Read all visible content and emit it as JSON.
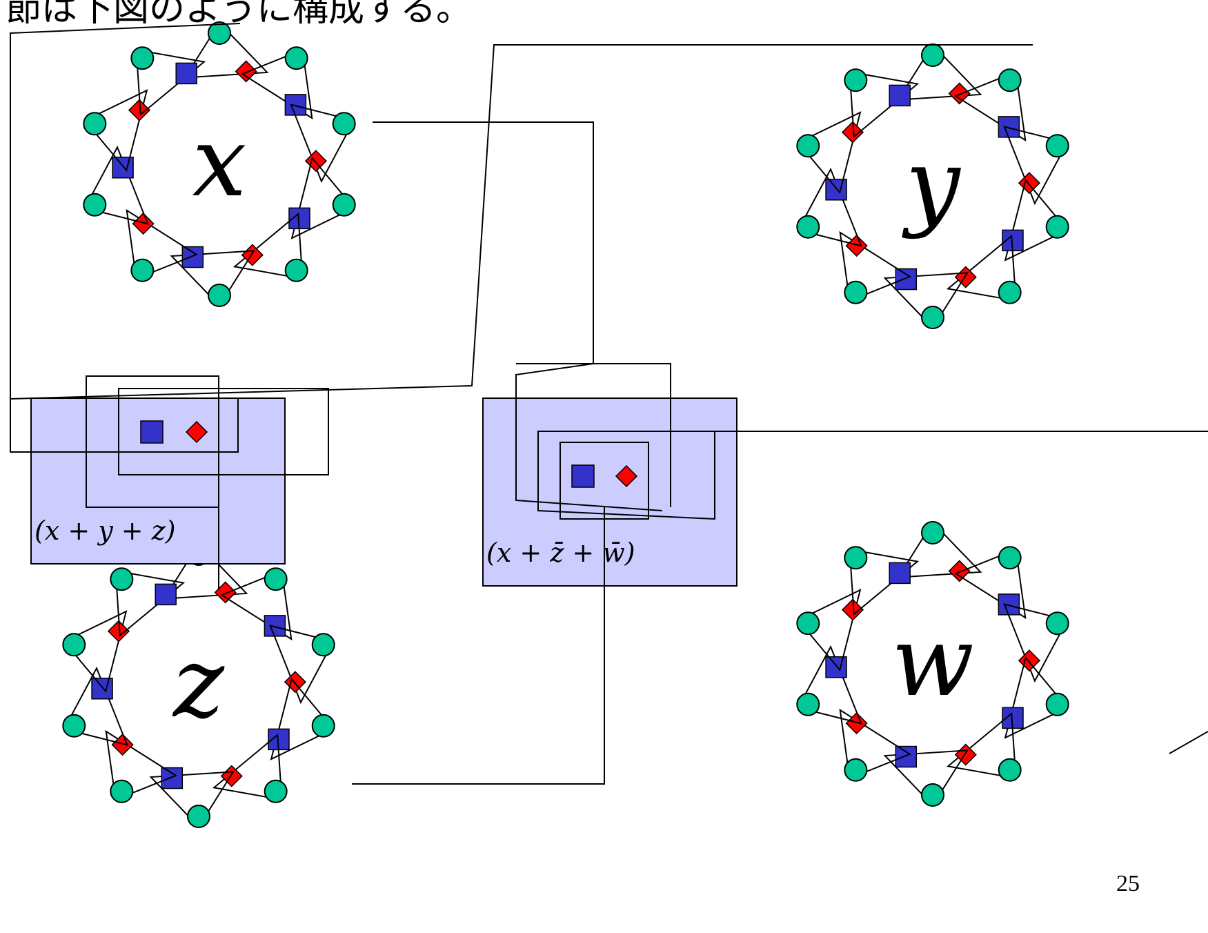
{
  "slide": {
    "header_text": "節は下図のように構成する。",
    "page_number": "25"
  },
  "colors": {
    "circle": "#00c896",
    "square": "#3333cc",
    "diamond": "#ff0000",
    "clause_box": "#ccccff",
    "line": "#000000"
  },
  "variables": [
    {
      "name": "x-variable-gadget",
      "label": "x"
    },
    {
      "name": "y-variable-gadget",
      "label": "y"
    },
    {
      "name": "z-variable-gadget",
      "label": "z"
    },
    {
      "name": "w-variable-gadget",
      "label": "w"
    }
  ],
  "clauses": [
    {
      "name": "clause-1",
      "label": "(x + y + z)"
    },
    {
      "name": "clause-2",
      "label": "(x + z̄ + w̄)"
    }
  ]
}
